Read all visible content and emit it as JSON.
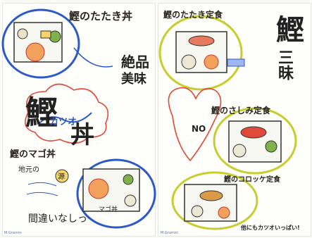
{
  "left_page": {
    "title_tataki_don": "鰹のたたき丼",
    "tagline_a": "絶品",
    "tagline_b": "美味",
    "big_kanji": "鰹",
    "katakana": "カツオ",
    "don": "丼",
    "title_maki_don": "鰹のマゴ丼",
    "note_upper": "地元の",
    "note_hub": "源",
    "mage_label": "マゴ丼",
    "closing_line": "間違いなしっ",
    "credit": "M.Gramm"
  },
  "right_page": {
    "title_tataki_teishoku": "鰹のたたき定食",
    "big_kanji": "鰹",
    "big_kanji2": "三昧",
    "title_sashimi_teishoku": "鰹のさしみ定食",
    "title_croquette_teishoku": "鰹のコロッケ定食",
    "no_text": "NO",
    "footer": "他にもカツオいっぱい!",
    "credit": "M.Gramm"
  },
  "colors": {
    "blue": "#2d59c8",
    "green": "#c6cd2d",
    "red": "#e04a3a",
    "orange": "#f2a15c",
    "ink": "#222222"
  }
}
